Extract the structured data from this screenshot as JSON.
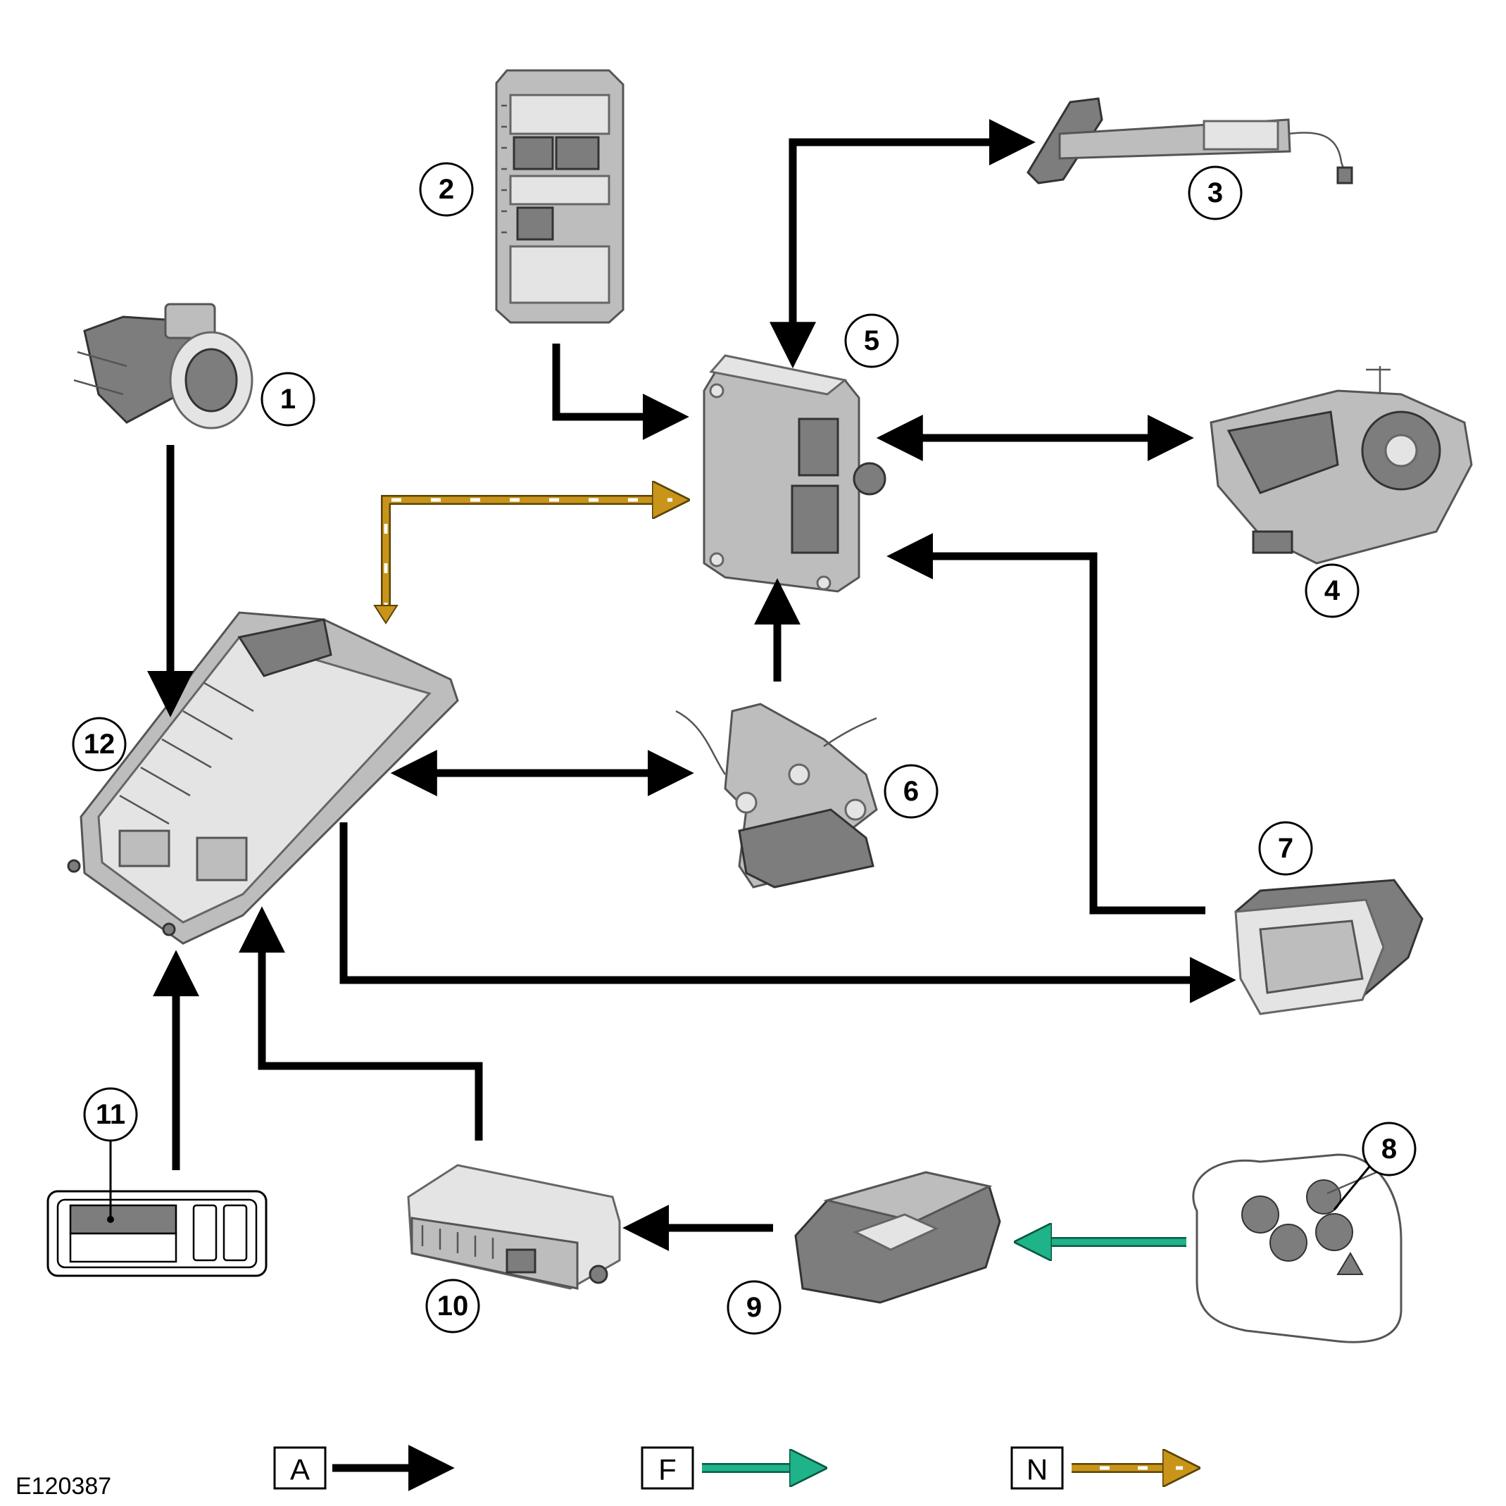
{
  "figure_ref": "E120387",
  "colors": {
    "arrow_a": "#000000",
    "arrow_f": "#1fb38a",
    "arrow_n": "#c8951a",
    "component_fill": "#bdbdbd",
    "component_dark": "#7d7d7d"
  },
  "callouts": [
    "1",
    "2",
    "3",
    "4",
    "5",
    "6",
    "7",
    "8",
    "9",
    "10",
    "11",
    "12"
  ],
  "legend": [
    {
      "label": "A",
      "line_style": "solid",
      "color": "#000000"
    },
    {
      "label": "F",
      "line_style": "solid",
      "color": "#1fb38a"
    },
    {
      "label": "N",
      "line_style": "dashed-white",
      "color": "#c8951a"
    }
  ]
}
